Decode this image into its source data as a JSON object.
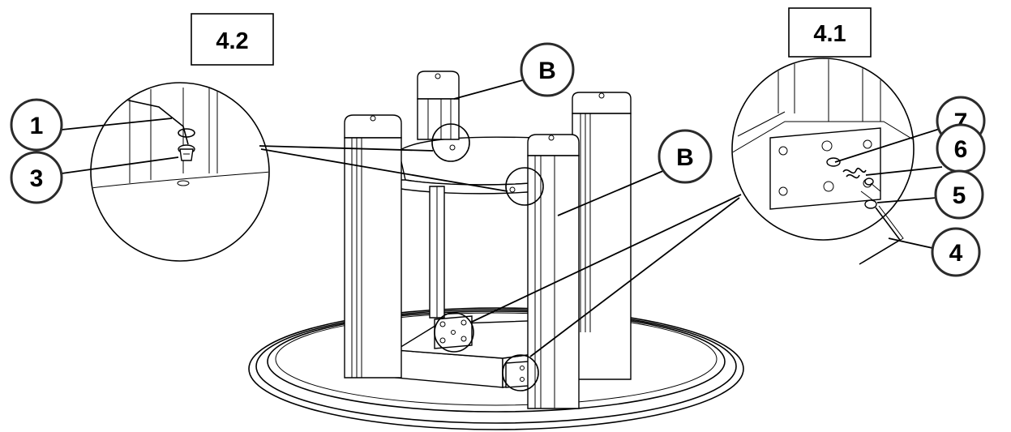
{
  "steps": {
    "left": "4.2",
    "right": "4.1"
  },
  "labels": {
    "part_b_top": "B",
    "part_b_side": "B",
    "c1": "1",
    "c3": "3",
    "c7": "7",
    "c6": "6",
    "c5": "5",
    "c4": "4"
  },
  "colors": {
    "ink": "#000000",
    "callout_stroke": "#2b2b2b",
    "paper": "#ffffff"
  }
}
